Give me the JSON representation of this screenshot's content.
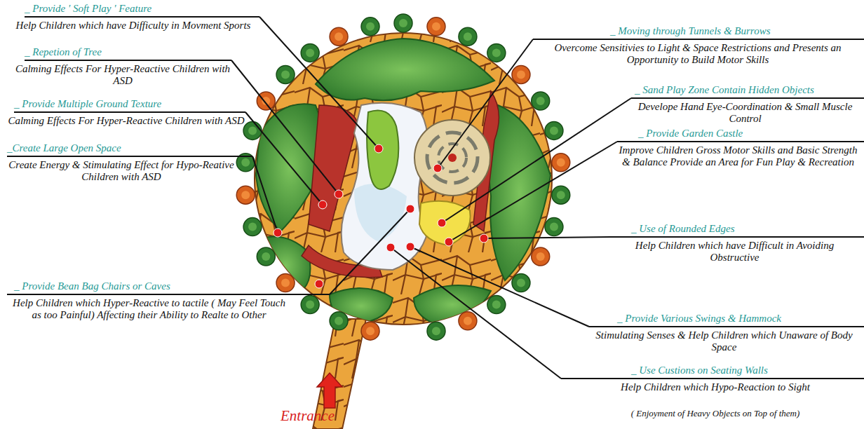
{
  "diagram": {
    "labels": [
      "_ Provide ' Soft Play ' Feature",
      "Help Children which have Difficulty in Movment Sports",
      "_ Repetion of Tree",
      "Calming Effects For Hyper-Reactive Children with ASD",
      "_ Provide Multiple Ground Texture",
      "Calming Effects For Hyper-Reactive Children with ASD",
      "_Create Large Open Space",
      "Create Energy & Stimulating Effect for Hypo-Reative Children with ASD",
      "_ Provide Bean Bag Chairs or Caves",
      "Help Children which Hyper-Reactive to tactile ( May Feel Touch as too Painful) Affecting their Ability to Realte to Other",
      "_ Moving through Tunnels & Burrows",
      "Overcome Sensitivies to Light & Space Restrictions and Presents an Opportunity to Build Motor Skills",
      "_ Sand Play Zone Contain Hidden Objects",
      "Develope Hand Eye-Coordination & Small Muscle Control",
      "_ Provide Garden Castle",
      "Improve Children Gross Motor Skills and Basic Strength & Balance Provide an Area for Fun Play & Recreation",
      "_ Use of Rounded Edges",
      "Help Children which have Difficult in Avoiding Obstructive",
      "_ Provide Various Swings & Hammock",
      "Stimulating Senses & Help Children which Unaware of Body Space",
      "_ Use Custions on Seating Walls",
      "Help Children which Hypo-Reaction to Sight",
      "( Enjoyment of Heavy Objects on Top of them)",
      "Entrance"
    ]
  }
}
